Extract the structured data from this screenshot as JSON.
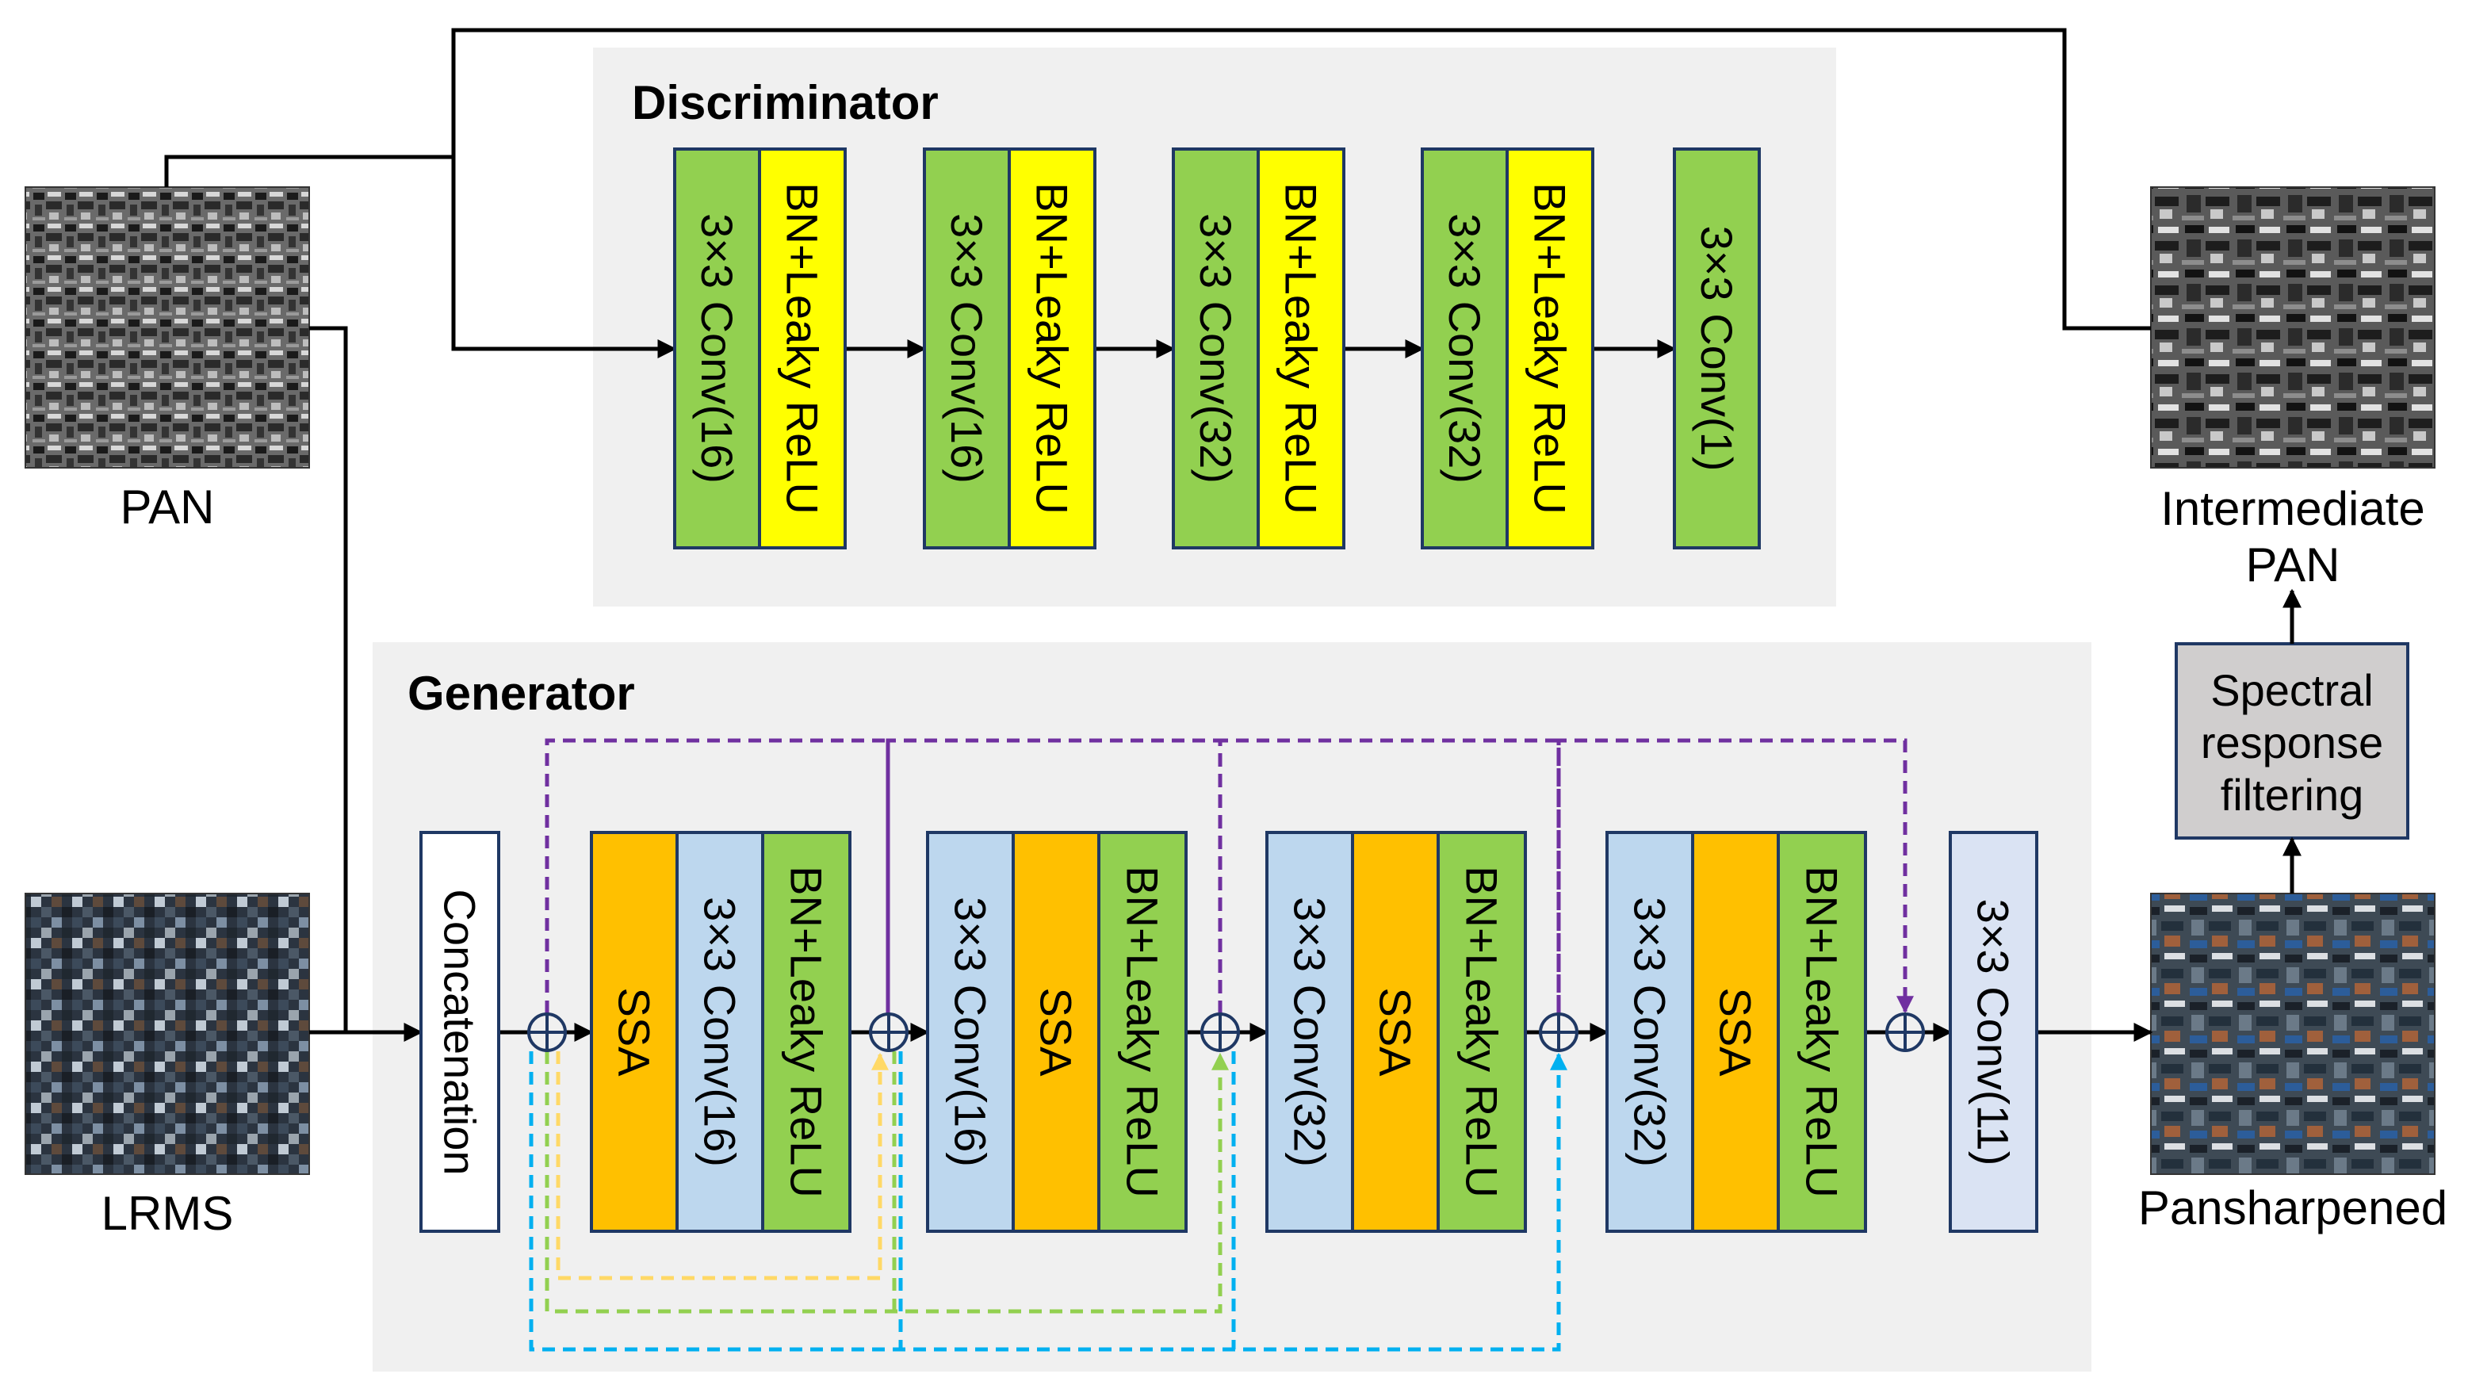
{
  "discriminator": {
    "title": "Discriminator",
    "blocks": [
      {
        "conv": "3×3 Conv(16)",
        "act": "BN+Leaky ReLU"
      },
      {
        "conv": "3×3 Conv(16)",
        "act": "BN+Leaky ReLU"
      },
      {
        "conv": "3×3 Conv(32)",
        "act": "BN+Leaky ReLU"
      },
      {
        "conv": "3×3 Conv(32)",
        "act": "BN+Leaky ReLU"
      },
      {
        "conv": "3×3 Conv(1)"
      }
    ]
  },
  "generator": {
    "title": "Generator",
    "concat_label": "Concatenation",
    "blocks": [
      {
        "order": [
          "ssa",
          "conv",
          "act"
        ],
        "ssa": "SSA",
        "conv": "3×3 Conv(16)",
        "act": "BN+Leaky ReLU"
      },
      {
        "order": [
          "conv",
          "ssa",
          "act"
        ],
        "ssa": "SSA",
        "conv": "3×3 Conv(16)",
        "act": "BN+Leaky ReLU"
      },
      {
        "order": [
          "conv",
          "ssa",
          "act"
        ],
        "ssa": "SSA",
        "conv": "3×3 Conv(32)",
        "act": "BN+Leaky ReLU"
      },
      {
        "order": [
          "conv",
          "ssa",
          "act"
        ],
        "ssa": "SSA",
        "conv": "3×3 Conv(32)",
        "act": "BN+Leaky ReLU"
      }
    ],
    "final_conv": "3×3 Conv(11)"
  },
  "images": {
    "pan": "PAN",
    "lrms": "LRMS",
    "intermediate_line1": "Intermediate",
    "intermediate_line2": "PAN",
    "pansharpened": "Pansharpened"
  },
  "spectral": {
    "line1": "Spectral",
    "line2": "response",
    "line3": "filtering"
  },
  "colors": {
    "panel_bg": "#f0f0f0",
    "conv_green": "#92d050",
    "act_yellow": "#ffff00",
    "ssa_orange": "#ffc000",
    "conv_blue": "#bdd7ee",
    "final_conv": "#dae3f3",
    "spectral_gray": "#d0cece",
    "skip_purple": "#7030a0",
    "skip_yellow": "#ffd966",
    "skip_green": "#92d050",
    "skip_blue": "#00b0f0",
    "sum_node": "#1f3864"
  }
}
